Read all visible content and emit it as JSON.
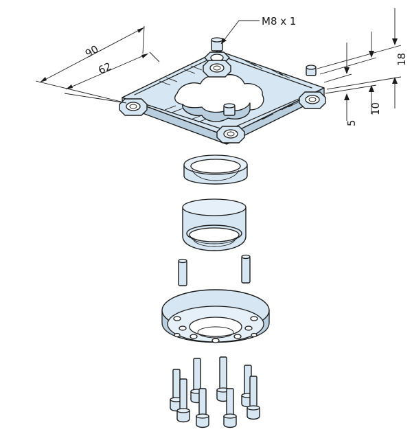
{
  "dimensions": {
    "thread": "M8 x 1",
    "outer_width": "90",
    "inner_width": "62",
    "height_total": "18",
    "height_mid": "10",
    "height_small": "5"
  },
  "colors": {
    "part_fill": "#d6e6f2",
    "outline": "#1a1a1a"
  }
}
